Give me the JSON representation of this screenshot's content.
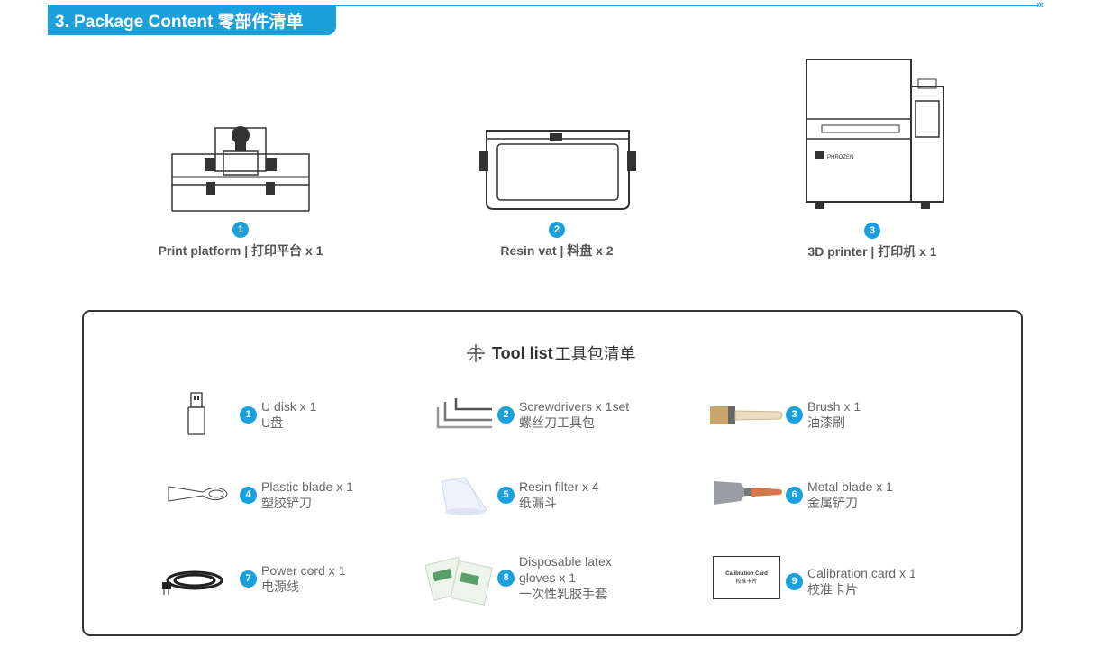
{
  "header": {
    "title": "3. Package Content 零部件清单"
  },
  "top_items": [
    {
      "num": "1",
      "label": "Print platform | 打印平台 x 1",
      "icon": "print-platform-icon"
    },
    {
      "num": "2",
      "label": "Resin vat | 料盘 x 2",
      "icon": "resin-vat-icon"
    },
    {
      "num": "3",
      "label": "3D printer | 打印机 x 1",
      "icon": "3d-printer-icon"
    }
  ],
  "printer_brand": "PHROZEN",
  "tool_list": {
    "title_bold": "Tool list",
    "title_cn": "工具包清单",
    "items": [
      {
        "num": "1",
        "en": "U disk  x 1",
        "cn": "U盘"
      },
      {
        "num": "2",
        "en": "Screwdrivers x 1set",
        "cn": "螺丝刀工具包"
      },
      {
        "num": "3",
        "en": "Brush  x 1",
        "cn": "油漆刷"
      },
      {
        "num": "4",
        "en": "Plastic blade  x 1",
        "cn": "塑胶铲刀"
      },
      {
        "num": "5",
        "en": "Resin filter  x 4",
        "cn": "纸漏斗"
      },
      {
        "num": "6",
        "en": "Metal blade  x 1",
        "cn": "金属铲刀"
      },
      {
        "num": "7",
        "en": "Power cord  x 1",
        "cn": "电源线"
      },
      {
        "num": "8",
        "en": "Disposable latex",
        "en2": "gloves  x 1",
        "cn": "一次性乳胶手套"
      },
      {
        "num": "9",
        "en": "Calibration card  x 1",
        "cn": "校准卡片"
      }
    ],
    "calibration_card_text": "Calibration Card",
    "calibration_card_cn": "校准卡片"
  },
  "colors": {
    "accent": "#1aa0dc",
    "border": "#333333",
    "text": "#555555"
  }
}
